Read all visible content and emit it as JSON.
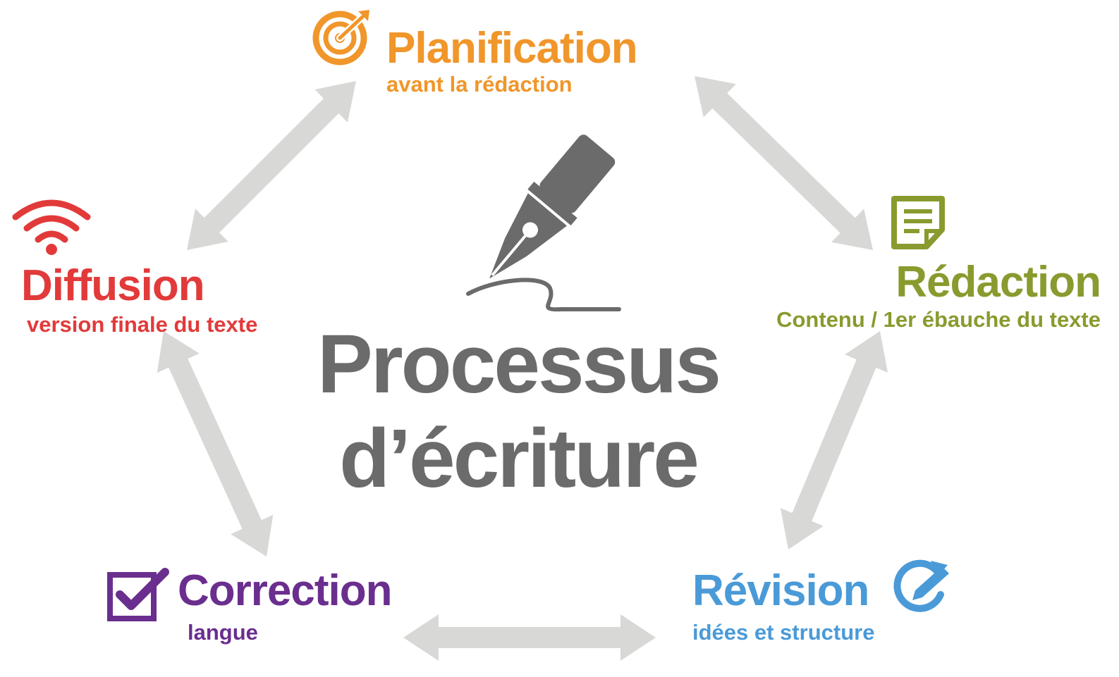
{
  "center": {
    "title_line1": "Processus",
    "title_line2": "d’écriture",
    "icon": "fountain-pen-icon",
    "color": "#6b6b6b"
  },
  "stages": {
    "planification": {
      "title": "Planification",
      "subtitle": "avant la rédaction",
      "icon": "target-icon",
      "color": "#f0962a"
    },
    "redaction": {
      "title": "Rédaction",
      "subtitle": "Contenu / 1er ébauche du texte",
      "icon": "document-icon",
      "color": "#8a9a2e"
    },
    "revision": {
      "title": "Révision",
      "subtitle": "idées et structure",
      "icon": "edit-cycle-icon",
      "color": "#4a9ad8"
    },
    "correction": {
      "title": "Correction",
      "subtitle": "langue",
      "icon": "checkbox-icon",
      "color": "#6a2e8e"
    },
    "diffusion": {
      "title": "Diffusion",
      "subtitle": "version finale du texte",
      "icon": "wifi-signal-icon",
      "color": "#e23a3a"
    }
  },
  "arrow_color": "#d8d8d6"
}
